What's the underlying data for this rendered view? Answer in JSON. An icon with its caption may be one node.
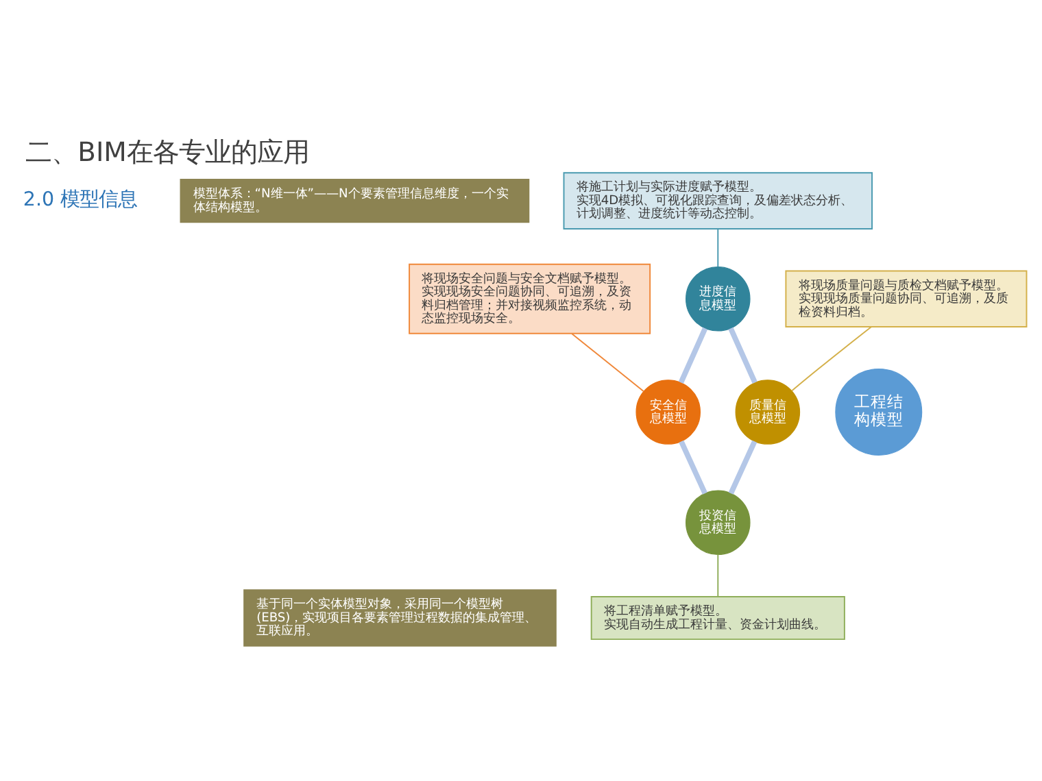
{
  "diagram": {
    "title": "二、BIM在各专业的应用",
    "nodes": [
      {
        "text": [
          "模型体系：“N维一体”——N个要素管理信息维度，一个实体结构模型。"
        ]
      },
      {
        "text": [
          "将施工计划与实际进度赋予模型。",
          "实现4D模拟、可视化跟踪查询，及偏差状态分析、计划调整、进度统计等动态控制。"
        ]
      },
      {
        "text": [
          "进度信息模型"
        ]
      },
      {
        "text": [
          "将现场安全问题与安全文档赋予模型。",
          "实现现场安全问题协同、可追溯，及资料归档管理；并对接视频监控系统，动态监控现场安全。"
        ]
      },
      {
        "text": [
          "将现场质量问题与质检文档赋予模型。",
          "实现现场质量问题协同、可追溯，及质检资料归档。"
        ]
      },
      {
        "text": [
          "安全信息模型"
        ]
      },
      {
        "text": [
          "工程结构模型"
        ]
      },
      {
        "text": [
          "质量信息模型"
        ]
      },
      {
        "text": [
          "投资信息模型"
        ]
      },
      {
        "text": [
          "基于同一个实体模型对象，采用同一个模型树(EBS)，实现项目各要素管理过程数据的集成管理、互联应用。"
        ]
      },
      {
        "text": [
          "将工程清单赋予模型。",
          "实现自动生成工程计量、资金计划曲线。"
        ]
      }
    ],
    "edges": [
      {
        "from": 1,
        "to": 2,
        "arrow": "none",
        "color": "#4a9ab0"
      },
      {
        "from": 3,
        "to": 5,
        "arrow": "none",
        "color": "#f0883a"
      },
      {
        "from": 4,
        "to": 7,
        "arrow": "none",
        "color": "#d4b04a"
      },
      {
        "from": 8,
        "to": 10,
        "arrow": "none",
        "color": "#8fae5a"
      },
      {
        "from": 2,
        "to": 5,
        "arrow": "none",
        "style": "thick",
        "color": "#b4c7e7"
      },
      {
        "from": 2,
        "to": 7,
        "arrow": "none",
        "style": "thick",
        "color": "#b4c7e7"
      },
      {
        "from": 5,
        "to": 8,
        "arrow": "none",
        "style": "thick",
        "color": "#b4c7e7"
      },
      {
        "from": 7,
        "to": 8,
        "arrow": "none",
        "style": "thick",
        "color": "#b4c7e7"
      }
    ],
    "labels": [
      "2.0 模型信息"
    ]
  }
}
